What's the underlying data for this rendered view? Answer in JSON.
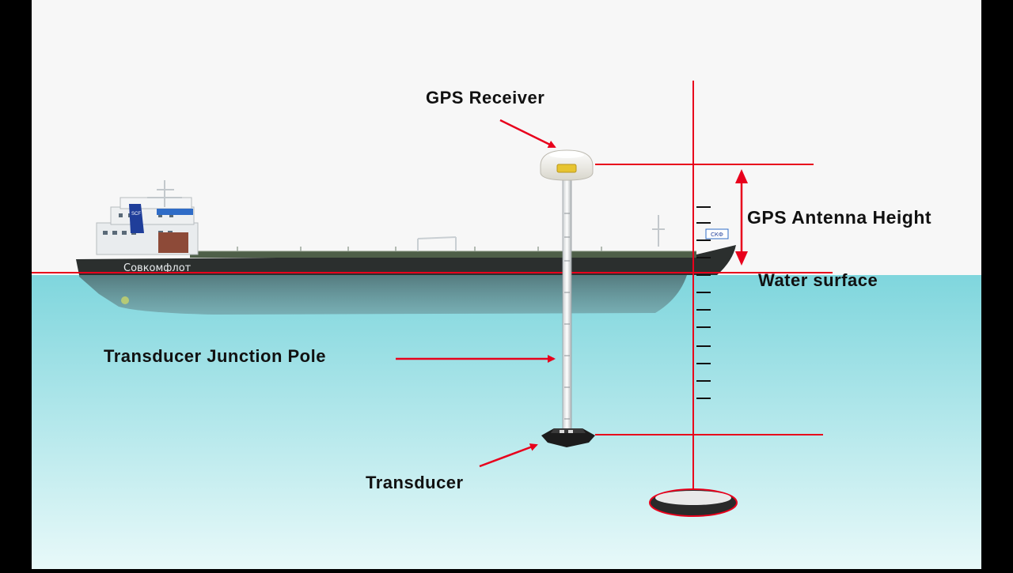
{
  "labels": {
    "gps_receiver": "GPS Receiver",
    "gps_antenna_height": "GPS Antenna Height",
    "water_surface": "Water surface",
    "transducer_pole": "Transducer Junction Pole",
    "transducer": "Transducer"
  },
  "ship": {
    "hull_name": "Совкомфлот",
    "funnel_badge": "SCF",
    "bow_badge": "СКФ"
  },
  "colors": {
    "sky": "#f7f7f7",
    "water_top": "#7fd6dd",
    "water_bottom": "#e6f8f8",
    "guide_red": "#e8001c",
    "hull_dark": "#2b2f2e",
    "deck_green": "#4e5f48",
    "letterbox": "#000000"
  }
}
